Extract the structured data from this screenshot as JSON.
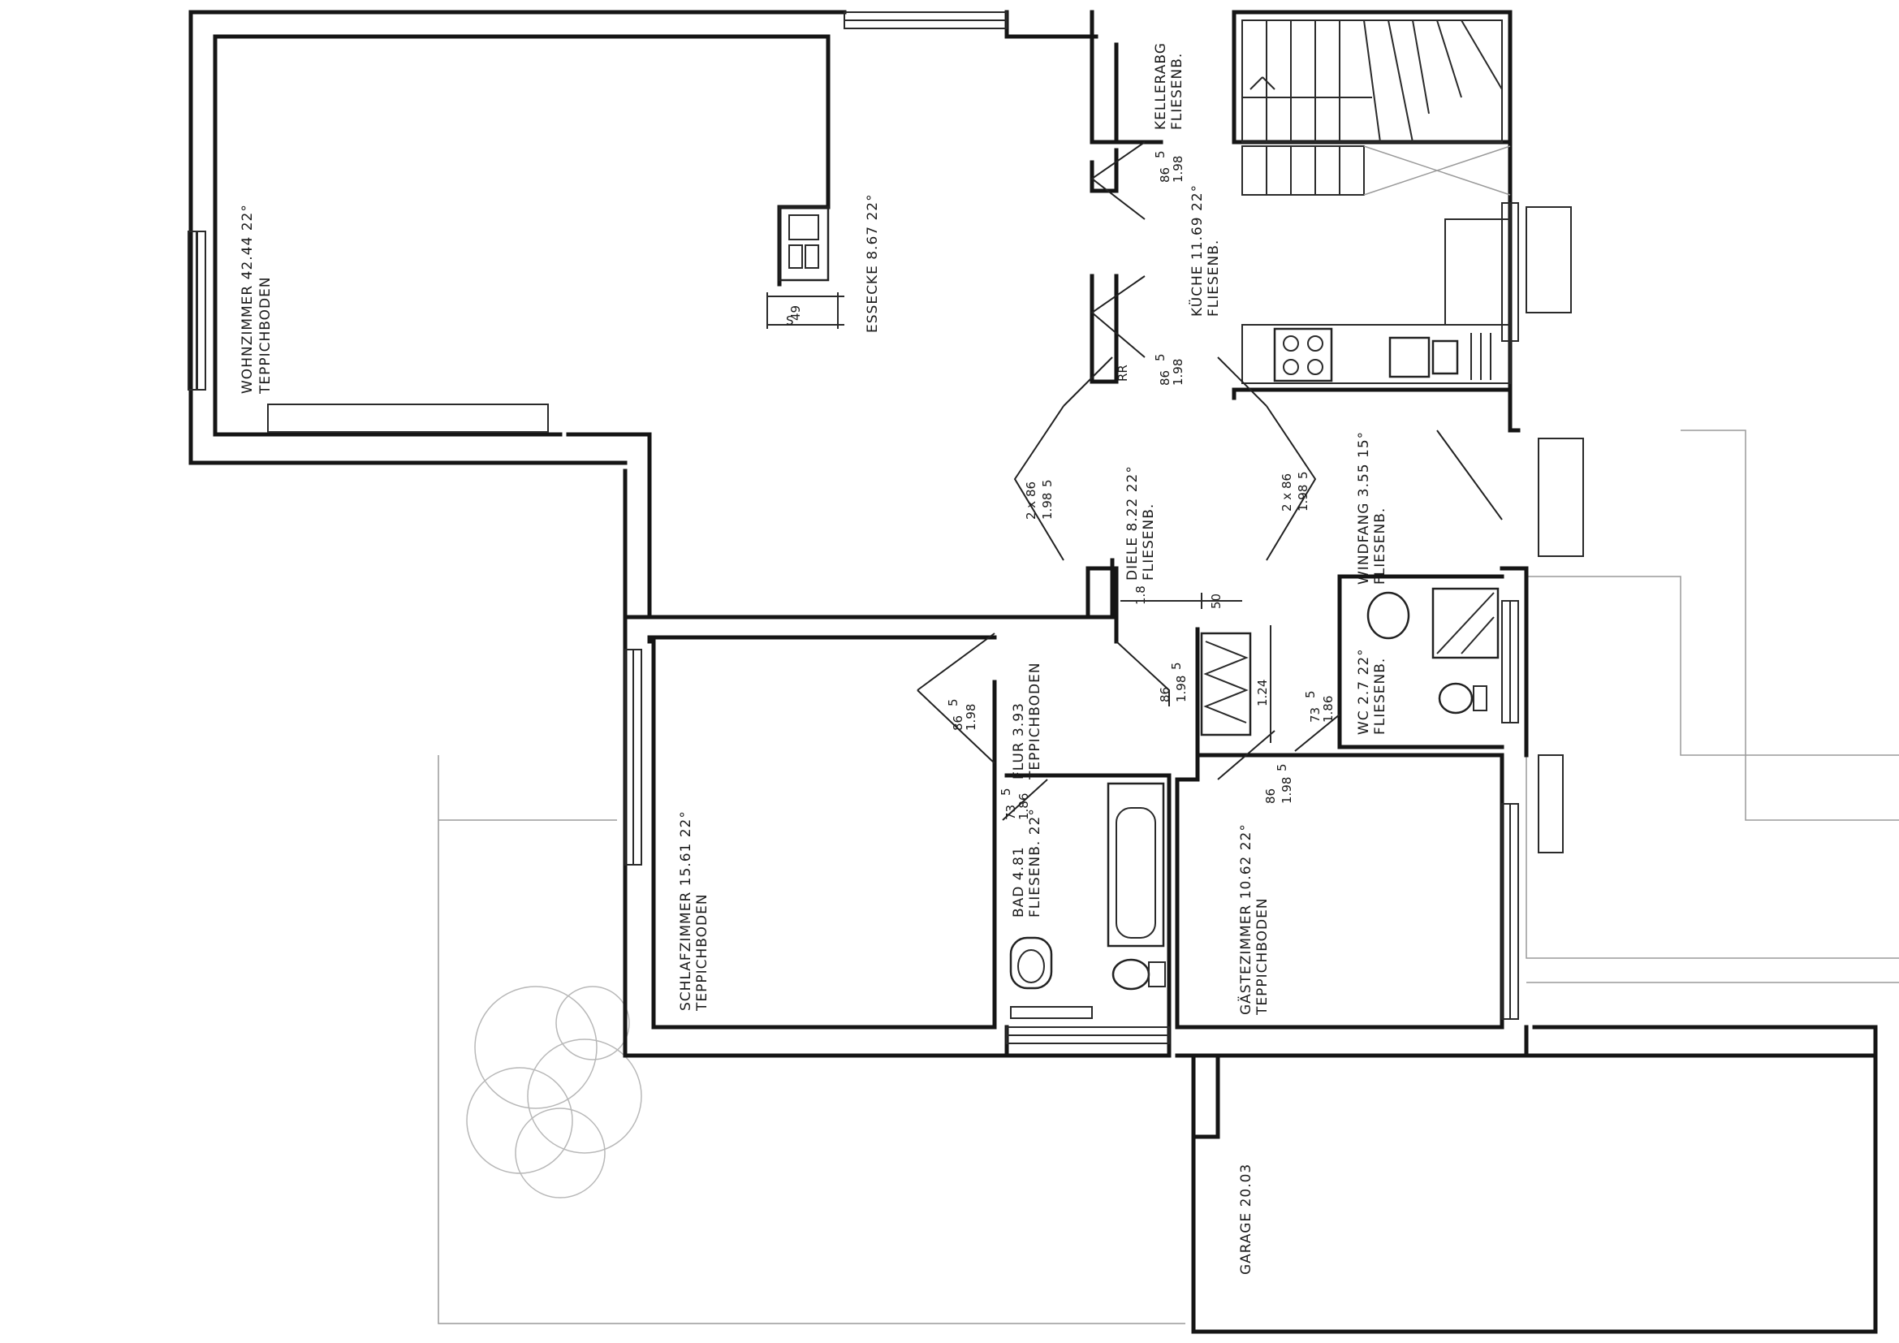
{
  "rooms": [
    {
      "id": "wohnzimmer",
      "lines": [
        "WOHNZIMMER   42.44   22°",
        "TEPPICHBODEN"
      ]
    },
    {
      "id": "essecke",
      "lines": [
        "ESSECKE  8.67   22°"
      ]
    },
    {
      "id": "kellerabg",
      "lines": [
        "KELLERABG",
        "FLIESENB."
      ]
    },
    {
      "id": "kueche",
      "lines": [
        "KÜCHE 11.69   22°",
        "FLIESENB."
      ]
    },
    {
      "id": "diele",
      "lines": [
        "DIELE  8.22   22°",
        "FLIESENB."
      ]
    },
    {
      "id": "windfang",
      "lines": [
        "WINDFANG  3.55   15°",
        "FLIESENB."
      ]
    },
    {
      "id": "wc",
      "lines": [
        "WC  2.7   22°",
        "FLIESENB."
      ]
    },
    {
      "id": "flur",
      "lines": [
        "FLUR  3.93",
        "TEPPICHBODEN"
      ]
    },
    {
      "id": "bad",
      "lines": [
        "BAD  4.81",
        "FLIESENB.  22°"
      ]
    },
    {
      "id": "schlafzimmer",
      "lines": [
        "SCHLAFZIMMER  15.61   22°",
        "TEPPICHBODEN"
      ]
    },
    {
      "id": "gaestezimmer",
      "lines": [
        "GÄSTEZIMMER 10.62   22°",
        "TEPPICHBODEN"
      ]
    },
    {
      "id": "garage",
      "lines": [
        "GARAGE   20.03"
      ]
    }
  ],
  "dimensions": {
    "kamin": "49",
    "kamin_s": "S",
    "rr": "RR",
    "door_keller": [
      "86",
      "5",
      "1.98"
    ],
    "door_kueche": [
      "86",
      "5",
      "1.98"
    ],
    "door_diele_left": [
      "2 x 86",
      "1.98",
      "5"
    ],
    "door_diele_right": [
      "2 x 86",
      "1.98",
      "5"
    ],
    "door_gang": [
      "86",
      "1.98",
      "5"
    ],
    "dim_18": "1.8",
    "dim_50": "50",
    "door_flur": [
      "86",
      "5",
      "1.98"
    ],
    "door_bad": [
      "73",
      "5",
      "1.86"
    ],
    "door_wc": [
      "73",
      "5",
      "1.86"
    ],
    "dim_124": "1.24",
    "door_gast": [
      "86",
      "1.98",
      "5"
    ]
  }
}
